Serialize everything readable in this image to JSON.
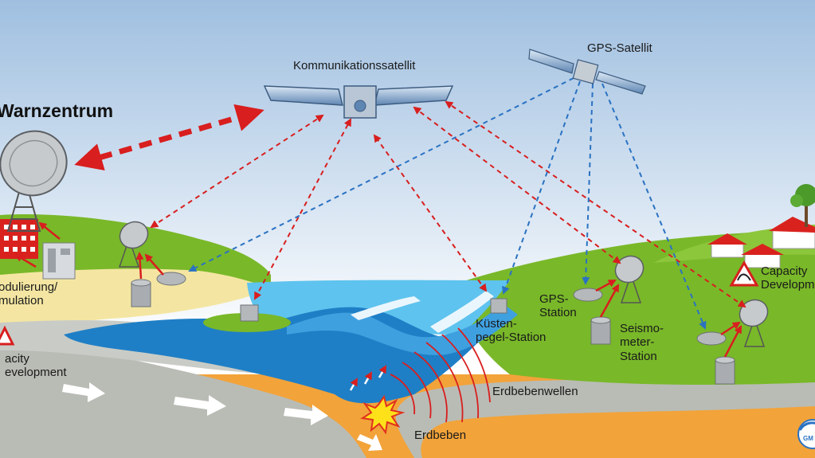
{
  "labels": {
    "warning_center": "Warnzentrum",
    "comm_satellite": "Kommunikationssatellit",
    "gps_satellite": "GPS-Satellit",
    "modulation": "odulierung/\nmulation",
    "capacity_left": "acity\nevelopment",
    "capacity_right": "Capacity\nDevelopm",
    "gps_station": "GPS-\nStation",
    "tide_gauge_station": "Küsten-\npegel-Station",
    "seismometer_station": "Seismo-\nmeter-\nStation",
    "earthquake_waves": "Erdbebenwellen",
    "earthquake": "Erdbeben",
    "logo_text": "GM"
  },
  "colors": {
    "sky_top": "#9fbfe0",
    "sky_bottom": "#ffffff",
    "land_green": "#79b829",
    "sea_light": "#5ec3ee",
    "sea_deep": "#1f7fc6",
    "crust_gray": "#b9bcb5",
    "mantle_orange": "#f2a33a",
    "sand": "#f4e6a2",
    "signal_red": "#d81e1e",
    "signal_blue": "#2a72c2",
    "house_red": "#d9221e"
  },
  "icons": [
    "dish-icon",
    "satellite-icon",
    "house-icon",
    "warning-icon",
    "tree-icon",
    "sensor-icon",
    "explosion-icon",
    "logo-icon"
  ]
}
